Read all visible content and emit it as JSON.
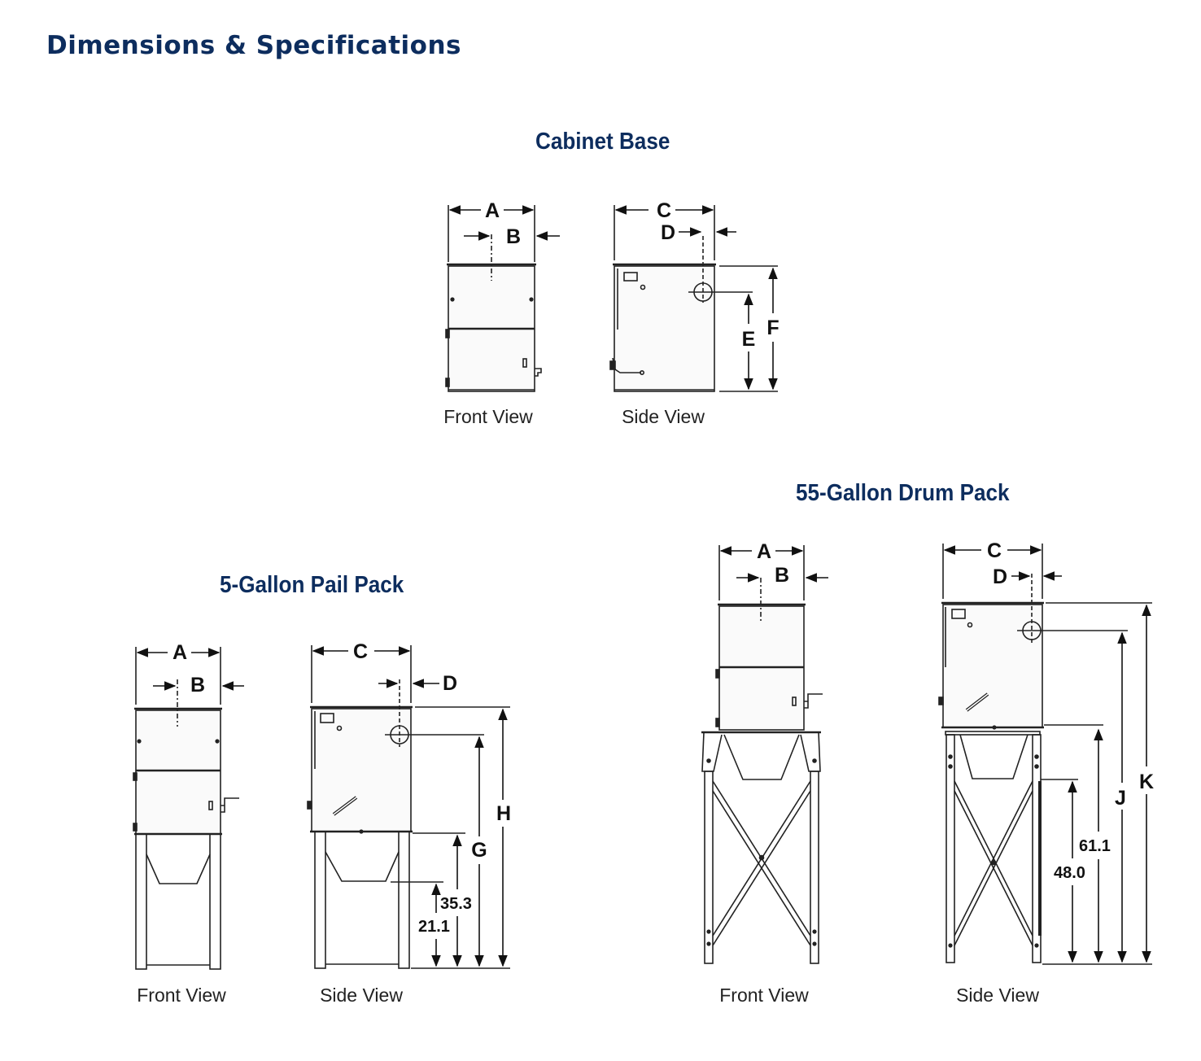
{
  "page_title": "Dimensions & Specifications",
  "sections": {
    "cabinet_base": {
      "title": "Cabinet Base",
      "front_view": {
        "caption": "Front View",
        "labels": [
          "A",
          "B"
        ]
      },
      "side_view": {
        "caption": "Side View",
        "labels": [
          "C",
          "D",
          "E",
          "F"
        ]
      }
    },
    "pail_pack": {
      "title": "5-Gallon Pail Pack",
      "front_view": {
        "caption": "Front View",
        "labels": [
          "A",
          "B"
        ]
      },
      "side_view": {
        "caption": "Side View",
        "labels": [
          "C",
          "D",
          "G",
          "H"
        ],
        "values": [
          "35.3",
          "21.1"
        ]
      }
    },
    "drum_pack": {
      "title": "55-Gallon Drum Pack",
      "front_view": {
        "caption": "Front View",
        "labels": [
          "A",
          "B"
        ]
      },
      "side_view": {
        "caption": "Side View",
        "labels": [
          "C",
          "D",
          "J",
          "K"
        ],
        "values": [
          "61.1",
          "48.0"
        ]
      }
    }
  }
}
